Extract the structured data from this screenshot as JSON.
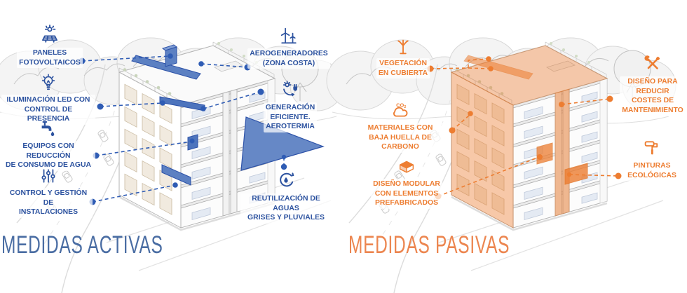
{
  "panels": [
    {
      "title": "MEDIDAS ACTIVAS",
      "accent_color": "#2C529F",
      "highlight_color": "#5C80C2",
      "title_color": "#4A6DA3",
      "labels": [
        {
          "icon": "solar-panel-icon",
          "text": "PANELES\nFOTOVOLTAICOS"
        },
        {
          "icon": "led-bulb-icon",
          "text": "ILUMINACIÓN LED CON\nCONTROL DE PRESENCIA"
        },
        {
          "icon": "faucet-icon",
          "text": "EQUIPOS CON REDUCCIÓN\nDE CONSUMO DE AGUA"
        },
        {
          "icon": "sliders-icon",
          "text": "CONTROL Y GESTIÓN DE\nINSTALACIONES"
        },
        {
          "icon": "wind-turbine-icon",
          "text": "AEROGENERADORES\n(ZONA COSTA)"
        },
        {
          "icon": "sun-plug-icon",
          "text": "GENERACIÓN\nEFICIENTE.\nAEROTERMIA"
        },
        {
          "icon": "water-recycle-icon",
          "text": "REUTILIZACIÓN DE AGUAS\nGRISES Y PLUVIALES"
        }
      ]
    },
    {
      "title": "MEDIDAS PASIVAS",
      "accent_color": "#ED7D31",
      "highlight_color": "#ED7D31",
      "title_color": "#EC8650",
      "labels": [
        {
          "icon": "tree-icon",
          "text": "VEGETACIÓN\nEN CUBIERTA"
        },
        {
          "icon": "co2-cloud-icon",
          "text": "MATERIALES CON\nBAJA HUELLA DE CARBONO"
        },
        {
          "icon": "module-box-icon",
          "text": "DISEÑO MODULAR\nCON ELEMENTOS\nPREFABRICADOS"
        },
        {
          "icon": "tools-icon",
          "text": "DISEÑO PARA\nREDUCIR\nCOSTES DE\nMANTENIMIENTO"
        },
        {
          "icon": "paint-roller-icon",
          "text": "PINTURAS\nECOLÓGICAS"
        }
      ]
    }
  ]
}
